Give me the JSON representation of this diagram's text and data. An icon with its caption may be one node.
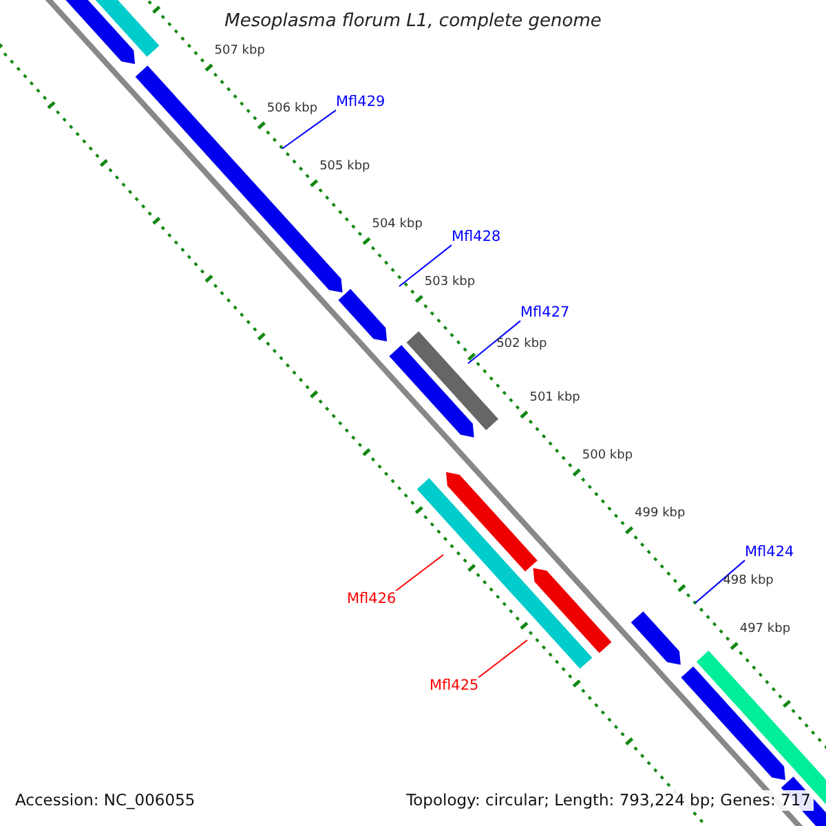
{
  "diagram": {
    "title": "Mesoplasma florum L1, complete genome",
    "nodes": [
      {
        "text": [
          "Mfl429"
        ]
      },
      {
        "text": [
          "Mfl428"
        ]
      },
      {
        "text": [
          "Mfl427"
        ]
      },
      {
        "text": [
          "Mfl426"
        ]
      },
      {
        "text": [
          "Mfl425"
        ]
      },
      {
        "text": [
          "Mfl424"
        ]
      }
    ],
    "edges": [
      {
        "from": 0,
        "to": null,
        "arrow": "none"
      },
      {
        "from": 1,
        "to": null,
        "arrow": "none"
      },
      {
        "from": 2,
        "to": null,
        "arrow": "none"
      },
      {
        "from": 3,
        "to": null,
        "arrow": "none",
        "color": "#ff0000"
      },
      {
        "from": 4,
        "to": null,
        "arrow": "none",
        "color": "#ff0000"
      },
      {
        "from": 5,
        "to": null,
        "arrow": "none"
      }
    ],
    "labels": [
      "507 kbp",
      "506 kbp",
      "505 kbp",
      "504 kbp",
      "503 kbp",
      "502 kbp",
      "501 kbp",
      "500 kbp",
      "499 kbp",
      "498 kbp",
      "497 kbp",
      "Accession: NC_006055",
      "Topology: circular; Length: 793,224 bp; Genes: 717"
    ]
  }
}
